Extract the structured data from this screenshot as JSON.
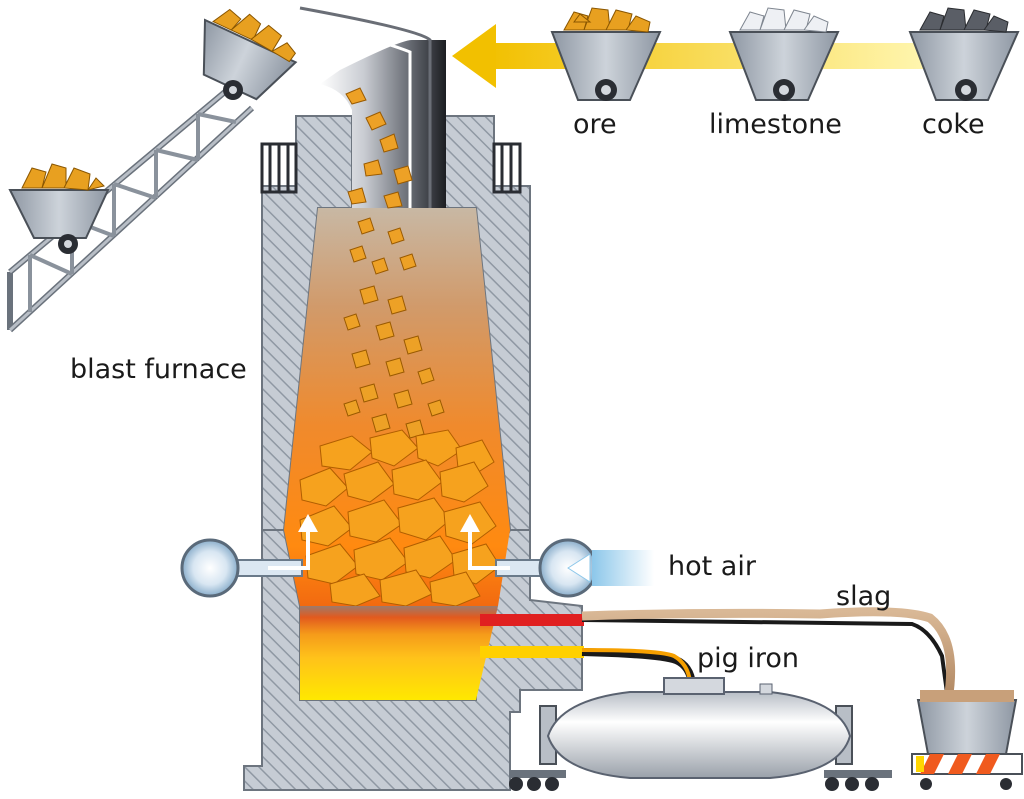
{
  "labels": {
    "blast_furnace": "blast furnace",
    "ore": "ore",
    "limestone": "limestone",
    "coke": "coke",
    "hot_air": "hot air",
    "slag": "slag",
    "pig_iron": "pig iron"
  },
  "colors": {
    "wall": "#c6ccd4",
    "wall_hatch": "#8f98a3",
    "feed_arrow": "#f4c400",
    "ore": "#e8a020",
    "limestone": "#e8ebf0",
    "coke": "#5a5e66",
    "molten_iron": "#ffd600",
    "slag": "#c8a07a",
    "hot_air": "#9fd0ee"
  },
  "icons": [
    "ore-cart-icon",
    "limestone-cart-icon",
    "coke-cart-icon",
    "conveyor-icon",
    "torpedo-car-icon",
    "slag-car-icon"
  ]
}
